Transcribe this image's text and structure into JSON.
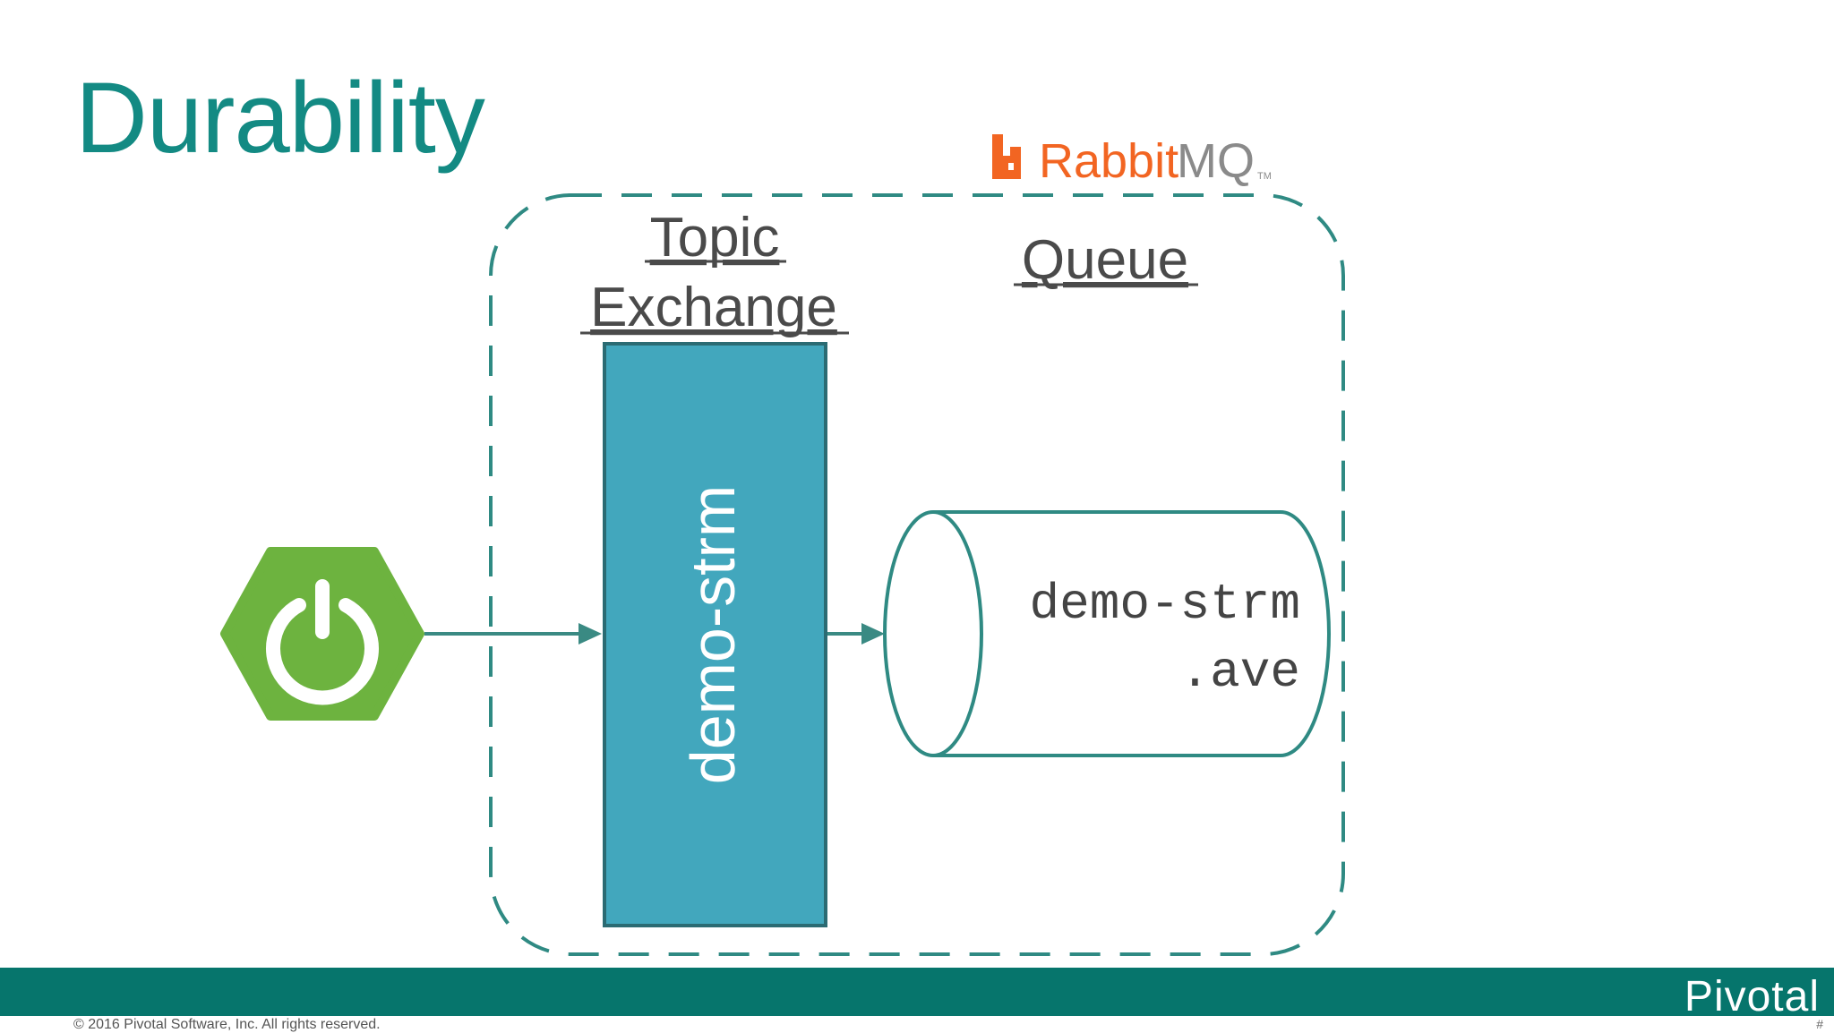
{
  "slide": {
    "title": "Durability",
    "copyright": "© 2016 Pivotal Software, Inc.  All rights reserved.",
    "page_number": "#",
    "brand": "Pivotal"
  },
  "logo": {
    "name": "RabbitMQ",
    "wordmark": "RabbitMQ",
    "trademark": "TM",
    "colors": {
      "rabbit": "#f26522",
      "mq": "#8a8a8a"
    }
  },
  "diagram": {
    "exchange_heading_line1": "Topic",
    "exchange_heading_line2": "Exchange",
    "queue_heading": "Queue",
    "exchange_name": "demo-strm",
    "queue_name_line1": "demo-strm",
    "queue_name_line2": ".ave",
    "producer_icon": "spring-boot-power-icon"
  },
  "colors": {
    "accent": "#138a83",
    "footer": "#06756c",
    "exchange_fill": "#42a7bd",
    "exchange_border": "#2b6b73",
    "spring_green": "#6db33f",
    "arrow": "#3a8a83",
    "heading_text": "#4a4a4a"
  }
}
